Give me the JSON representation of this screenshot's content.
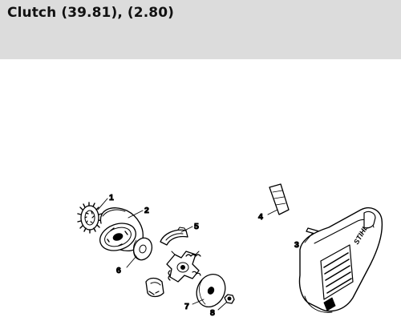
{
  "header": {
    "title": "Clutch (39.81), (2.80)"
  },
  "diagram": {
    "callouts": [
      "1",
      "2",
      "3",
      "4",
      "5",
      "6",
      "7",
      "8"
    ],
    "brand_logo": "STIHL"
  },
  "colors": {
    "header_bg": "#dcdcdc",
    "line": "#000000"
  }
}
